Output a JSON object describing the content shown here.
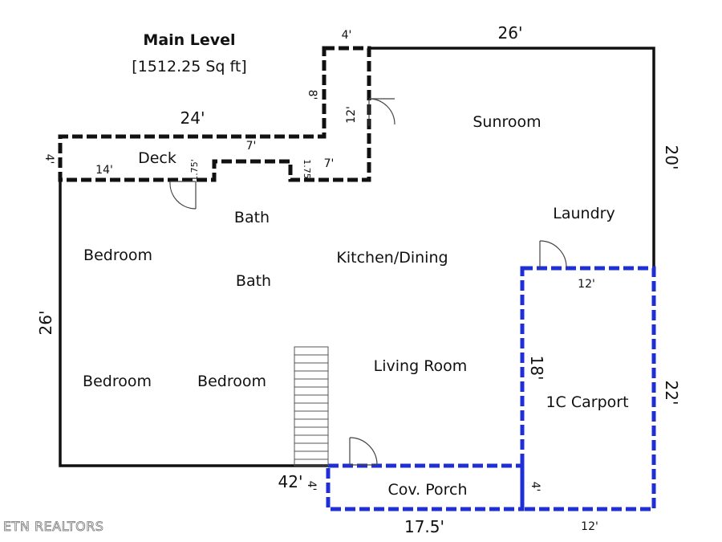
{
  "header": {
    "title": "Main Level",
    "area": "[1512.25 Sq ft]"
  },
  "rooms": {
    "sunroom": "Sunroom",
    "deck": "Deck",
    "laundry": "Laundry",
    "bath_upper": "Bath",
    "bath_lower": "Bath",
    "bedroom_1": "Bedroom",
    "bedroom_2": "Bedroom",
    "bedroom_3": "Bedroom",
    "kitchen_dining": "Kitchen/Dining",
    "living_room": "Living Room",
    "carport": "1C Carport",
    "cov_porch": "Cov. Porch"
  },
  "dimensions": {
    "top_notch_width": "4'",
    "sunroom_width": "26'",
    "notch_height": "8'",
    "notch_inner": "12'",
    "deck_width": "24'",
    "deck_inner": "7'",
    "deck_depth": "4'",
    "deck_inner_width": "14'",
    "step_a": "1.75'",
    "step_b": "1.75'",
    "deck_right": "7'",
    "sunroom_depth": "20'",
    "carport_width_top": "12'",
    "house_depth": "26'",
    "carport_inner_depth": "18'",
    "carport_depth": "22'",
    "house_width": "42'",
    "porch_depth_left": "4'",
    "porch_depth_right": "4'",
    "porch_width": "17.5'",
    "carport_width_bottom": "12'"
  },
  "brand": {
    "logo_text": "ETN REALTORS"
  },
  "colors": {
    "wall": "#111111",
    "covered_outline": "#1f2fd6"
  }
}
